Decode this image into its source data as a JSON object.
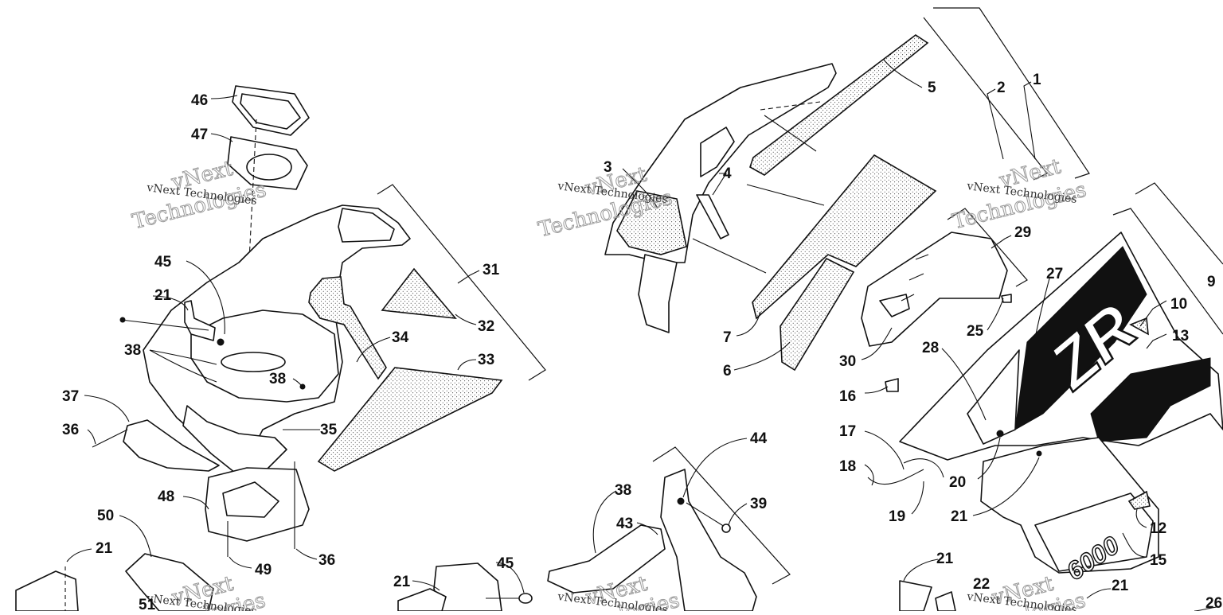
{
  "callouts": {
    "c1": "1",
    "c2": "2",
    "c3": "3",
    "c4": "4",
    "c5": "5",
    "c6": "6",
    "c7": "7",
    "c9": "9",
    "c10": "10",
    "c12": "12",
    "c13": "13",
    "c15": "15",
    "c16": "16",
    "c17": "17",
    "c18": "18",
    "c19": "19",
    "c20": "20",
    "c21a": "21",
    "c21b": "21",
    "c21c": "21",
    "c21d": "21",
    "c21e": "21",
    "c21f": "21",
    "c22": "22",
    "c25": "25",
    "c26": "26",
    "c27": "27",
    "c28": "28",
    "c29": "29",
    "c30": "30",
    "c31": "31",
    "c32": "32",
    "c33": "33",
    "c34": "34",
    "c35": "35",
    "c36a": "36",
    "c36b": "36",
    "c37": "37",
    "c38a": "38",
    "c38b": "38",
    "c38c": "38",
    "c39": "39",
    "c43": "43",
    "c44": "44",
    "c45a": "45",
    "c45b": "45",
    "c46": "46",
    "c47": "47",
    "c48": "48",
    "c49": "49",
    "c50": "50",
    "c51": "51"
  },
  "watermark": {
    "small": "vNext Technologies",
    "big_top": "vNext",
    "big_bottom": "Technologies"
  },
  "decals": {
    "zr": "ZR",
    "model": "6000"
  }
}
